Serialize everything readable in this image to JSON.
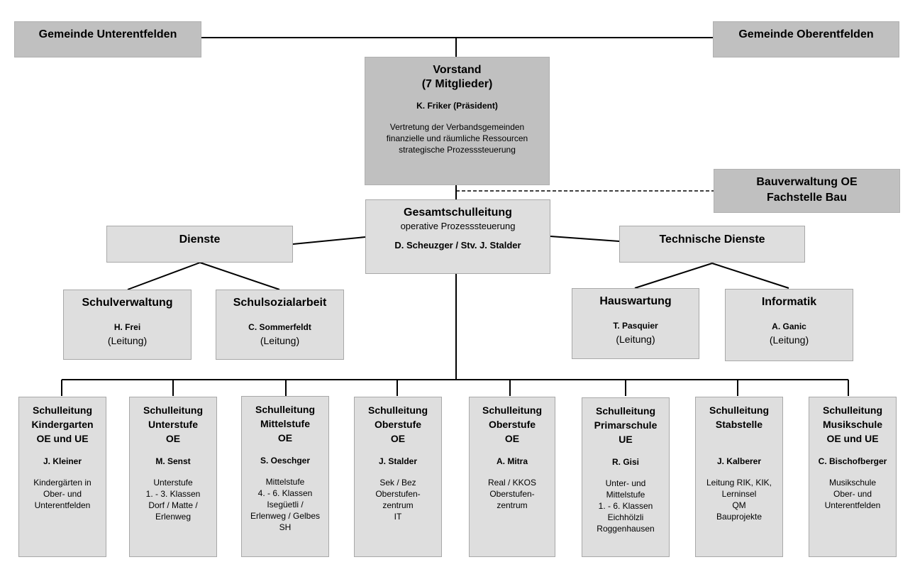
{
  "municipalities": {
    "left": "Gemeinde Unterentfelden",
    "right": "Gemeinde Oberentfelden"
  },
  "board": {
    "title_1": "Vorstand",
    "title_2": "(7 Mitglieder)",
    "president": "K. Friker (Präsident)",
    "duties": [
      "Vertretung der Verbandsgemeinden",
      "finanzielle und räumliche Ressourcen",
      "strategische Prozesssteuerung"
    ]
  },
  "construction": {
    "line_1": "Bauverwaltung OE",
    "line_2": "Fachstelle Bau"
  },
  "overall": {
    "title": "Gesamtschulleitung",
    "subtitle": "operative Prozesssteuerung",
    "names": "D. Scheuzger / Stv. J. Stalder"
  },
  "services": {
    "title": "Dienste",
    "units": [
      {
        "title": "Schulverwaltung",
        "name": "H. Frei",
        "role": "(Leitung)"
      },
      {
        "title": "Schulsozialarbeit",
        "name": "C. Sommerfeldt",
        "role": "(Leitung)"
      }
    ]
  },
  "tech_services": {
    "title": "Technische Dienste",
    "units": [
      {
        "title": "Hauswartung",
        "name": "T. Pasquier",
        "role": "(Leitung)"
      },
      {
        "title": "Informatik",
        "name": "A. Ganic",
        "role": "(Leitung)"
      }
    ]
  },
  "schools": [
    {
      "title": [
        "Schulleitung",
        "Kindergarten",
        "OE und UE"
      ],
      "lead": "J. Kleiner",
      "desc": [
        "Kindergärten in",
        "Ober- und",
        "Unterentfelden"
      ]
    },
    {
      "title": [
        "Schulleitung",
        "Unterstufe",
        "OE"
      ],
      "lead": "M. Senst",
      "desc": [
        "Unterstufe",
        "1. - 3. Klassen",
        "Dorf / Matte /",
        "Erlenweg"
      ]
    },
    {
      "title": [
        "Schulleitung",
        "Mittelstufe",
        "OE"
      ],
      "lead": "S. Oeschger",
      "desc": [
        "Mittelstufe",
        "4. - 6. Klassen",
        "Isegüetli /",
        "Erlenweg / Gelbes",
        "SH"
      ]
    },
    {
      "title": [
        "Schulleitung",
        "Oberstufe",
        "OE"
      ],
      "lead": "J. Stalder",
      "desc": [
        "Sek / Bez",
        "Oberstufen-",
        "zentrum",
        "IT"
      ]
    },
    {
      "title": [
        "Schulleitung",
        "Oberstufe",
        "OE"
      ],
      "lead": "A. Mitra",
      "desc": [
        "Real / KKOS",
        "Oberstufen-",
        "zentrum"
      ]
    },
    {
      "title": [
        "Schulleitung",
        "Primarschule",
        "UE"
      ],
      "lead": "R. Gisi",
      "desc": [
        "Unter- und",
        "Mittelstufe",
        "1. - 6. Klassen",
        "Eichhölzli",
        "Roggenhausen"
      ]
    },
    {
      "title": [
        "Schulleitung",
        "Stabstelle",
        ""
      ],
      "lead": "J. Kalberer",
      "desc": [
        "Leitung RIK, KIK,",
        "Lerninsel",
        "QM",
        "Bauprojekte"
      ]
    },
    {
      "title": [
        "Schulleitung",
        "Musikschule",
        "OE und UE"
      ],
      "lead": "C. Bischofberger",
      "desc": [
        "Musikschule",
        "Ober- und",
        "Unterentfelden"
      ]
    }
  ]
}
